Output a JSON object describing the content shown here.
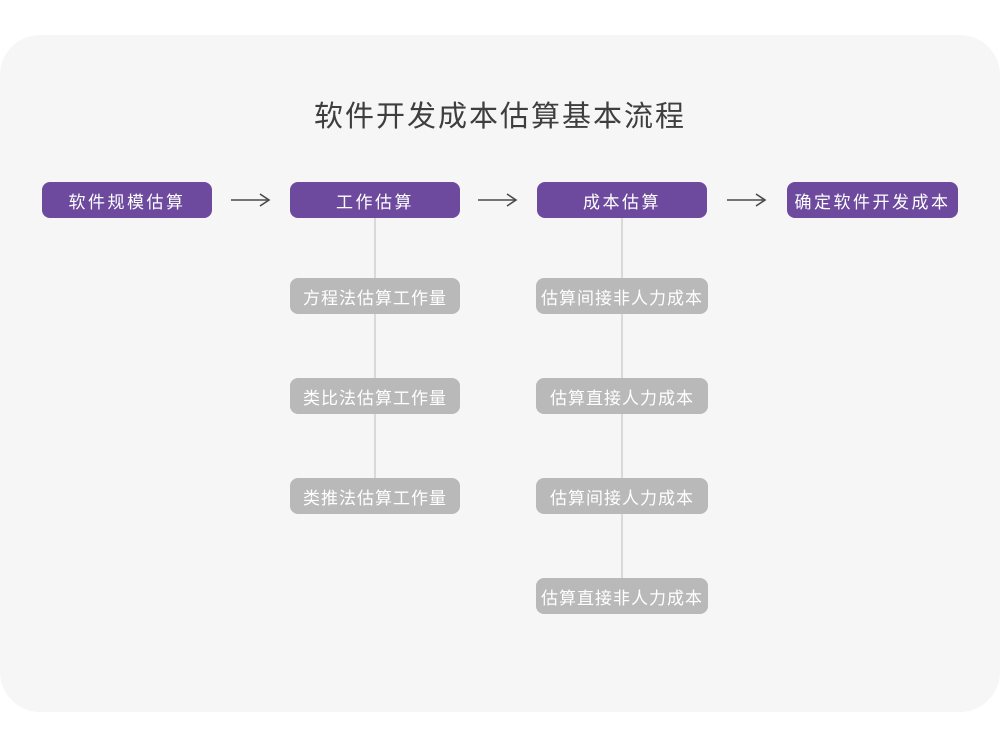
{
  "title": "软件开发成本估算基本流程",
  "colors": {
    "page_background": "#ffffff",
    "card_background": "#f6f6f6",
    "primary_node": "#6d4a9e",
    "secondary_node": "#b9b9b9",
    "node_text": "#ffffff",
    "connector_line": "#d9d9d9",
    "arrow": "#4a4a4a",
    "title_text": "#3e3e3e"
  },
  "diagram": {
    "main_flow": [
      {
        "label": "软件规模估算"
      },
      {
        "label": "工作估算"
      },
      {
        "label": "成本估算"
      },
      {
        "label": "确定软件开发成本"
      }
    ],
    "branches": [
      {
        "parent": "工作估算",
        "children": [
          "方程法估算工作量",
          "类比法估算工作量",
          "类推法估算工作量"
        ]
      },
      {
        "parent": "成本估算",
        "children": [
          "估算间接非人力成本",
          "估算直接人力成本",
          "估算间接人力成本",
          "估算直接非人力成本"
        ]
      }
    ]
  }
}
